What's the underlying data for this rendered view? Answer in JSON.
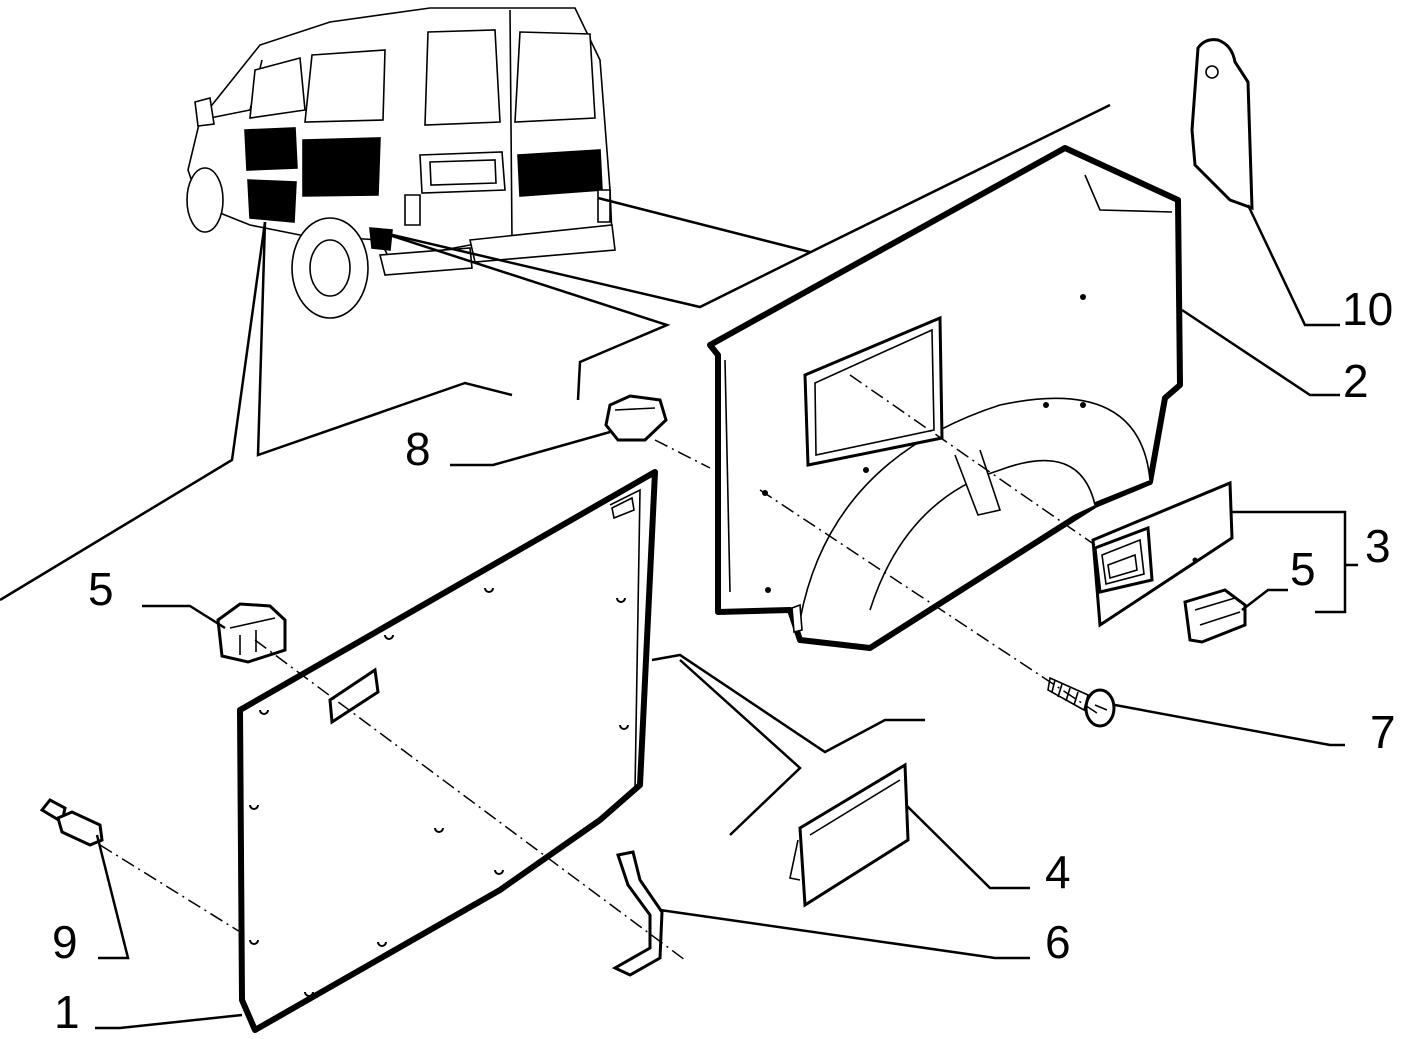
{
  "diagram": {
    "callouts": [
      {
        "id": "1",
        "label": "1"
      },
      {
        "id": "2",
        "label": "2"
      },
      {
        "id": "3",
        "label": "3"
      },
      {
        "id": "4",
        "label": "4"
      },
      {
        "id": "5a",
        "label": "5"
      },
      {
        "id": "5b",
        "label": "5"
      },
      {
        "id": "6",
        "label": "6"
      },
      {
        "id": "7",
        "label": "7"
      },
      {
        "id": "8",
        "label": "8"
      },
      {
        "id": "9",
        "label": "9"
      },
      {
        "id": "10",
        "label": "10"
      }
    ]
  }
}
